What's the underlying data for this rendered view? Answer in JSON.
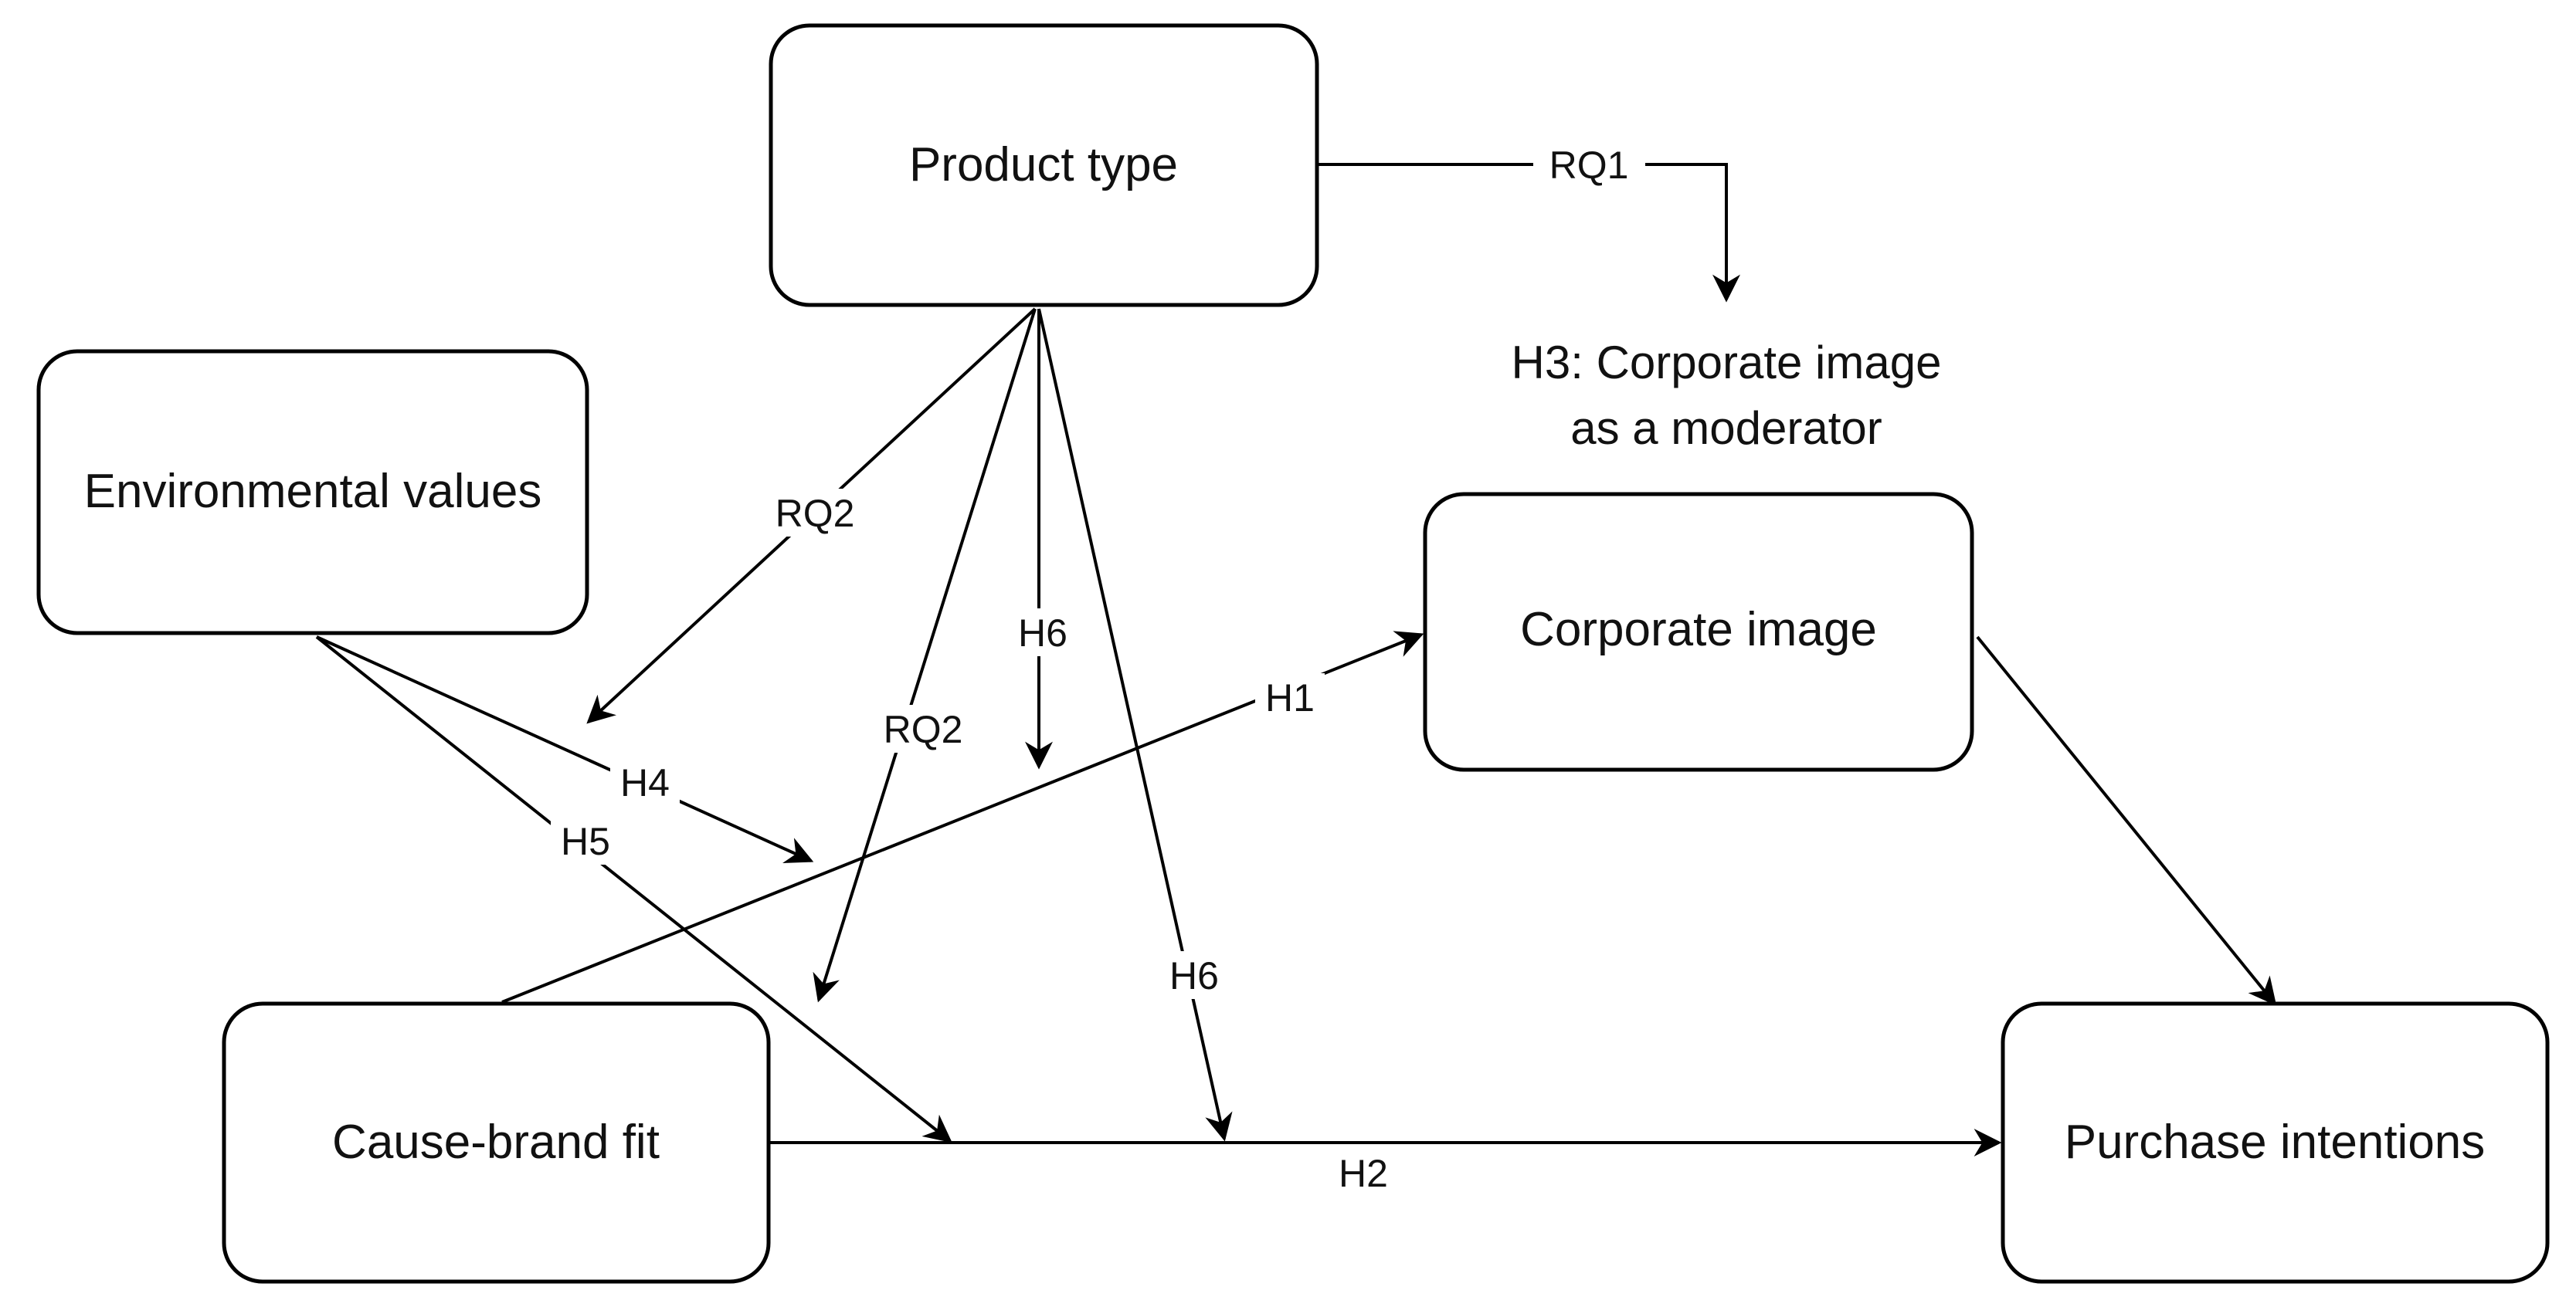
{
  "diagram": {
    "nodes": {
      "product_type": "Product type",
      "environmental_values": "Environmental values",
      "corporate_image": "Corporate image",
      "cause_brand_fit": "Cause-brand fit",
      "purchase_intentions": "Purchase intentions"
    },
    "note": {
      "line1": "H3: Corporate image",
      "line2": "as a moderator"
    },
    "edge_labels": {
      "rq1": "RQ1",
      "rq2_left": "RQ2",
      "rq2_mid": "RQ2",
      "h6_upper": "H6",
      "h6_lower": "H6",
      "h1": "H1",
      "h4": "H4",
      "h5": "H5",
      "h2": "H2"
    }
  }
}
